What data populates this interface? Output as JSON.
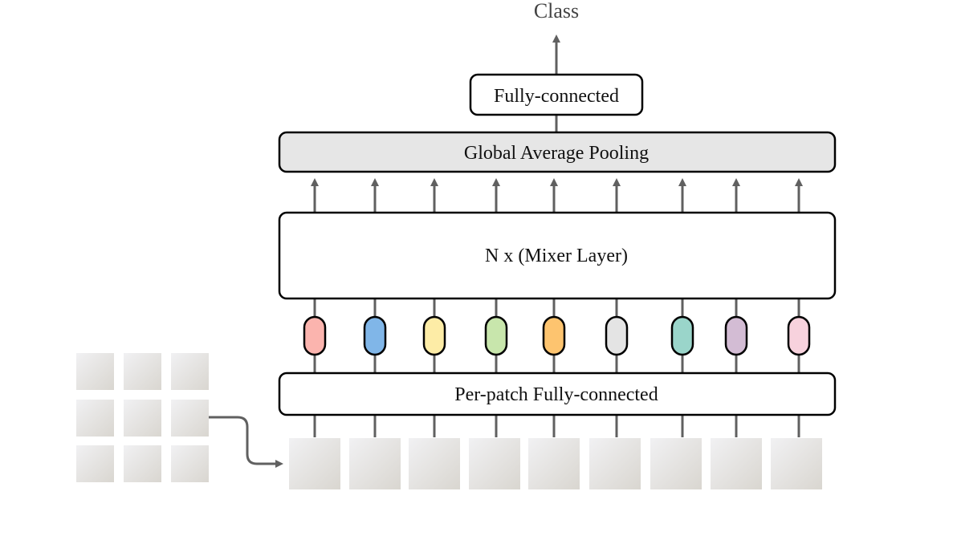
{
  "output_label": "Class",
  "head": {
    "label": "Fully-connected"
  },
  "pooling": {
    "label": "Global Average Pooling",
    "fill": "#e6e6e6"
  },
  "mixer": {
    "label": "N x (Mixer Layer)"
  },
  "embedding": {
    "label": "Per-patch Fully-connected"
  },
  "token_colors": [
    "#fbb4ae",
    "#80b6e8",
    "#fdeca6",
    "#c8e6ac",
    "#fdc46f",
    "#e4e4e4",
    "#9ad5ca",
    "#d3bcd4",
    "#f7d2dd"
  ],
  "patch_count": 9,
  "colors": {
    "arrow": "#606060",
    "stroke": "#000000"
  }
}
